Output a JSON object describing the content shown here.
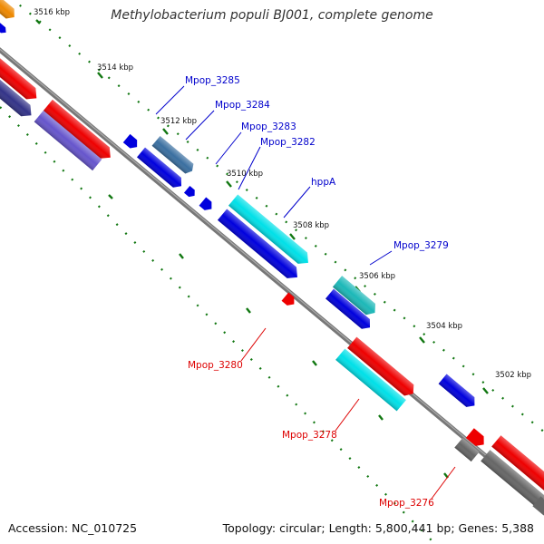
{
  "title": "Methylobacterium populi BJ001, complete genome",
  "footer": {
    "accession": "Accession: NC_010725",
    "summary": "Topology: circular; Length: 5,800,441 bp; Genes: 5,388"
  },
  "colors": {
    "forward_label": "#0000cc",
    "reverse_label": "#dd0000",
    "backbone": "#808080",
    "tick": "#117711"
  },
  "ticks": [
    {
      "label": "3516 kbp"
    },
    {
      "label": "3514 kbp"
    },
    {
      "label": "3512 kbp"
    },
    {
      "label": "3510 kbp"
    },
    {
      "label": "3508 kbp"
    },
    {
      "label": "3506 kbp"
    },
    {
      "label": "3504 kbp"
    },
    {
      "label": "3502 kbp"
    }
  ],
  "gene_labels": [
    {
      "name": "Mpop_3285",
      "strand": "forward"
    },
    {
      "name": "Mpop_3284",
      "strand": "forward"
    },
    {
      "name": "Mpop_3283",
      "strand": "forward"
    },
    {
      "name": "Mpop_3282",
      "strand": "forward"
    },
    {
      "name": "hppA",
      "strand": "forward"
    },
    {
      "name": "Mpop_3279",
      "strand": "forward"
    },
    {
      "name": "Mpop_3280",
      "strand": "reverse"
    },
    {
      "name": "Mpop_3278",
      "strand": "reverse"
    },
    {
      "name": "Mpop_3276",
      "strand": "reverse"
    }
  ]
}
